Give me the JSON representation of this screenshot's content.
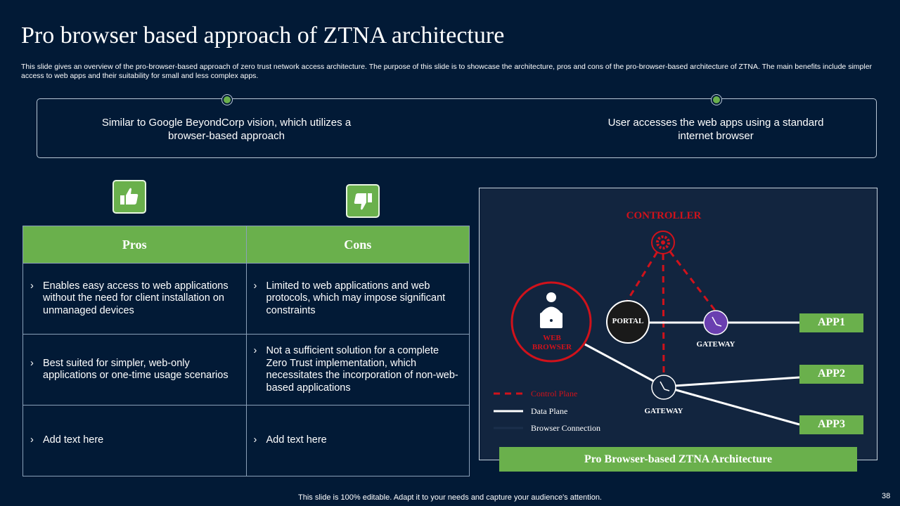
{
  "title": "Pro browser based approach of ZTNA architecture",
  "subtitle": "This slide gives an overview of the pro-browser-based approach of zero trust network access architecture. The purpose of this slide is to showcase the architecture, pros and cons of the pro-browser-based architecture of ZTNA. The main benefits include simpler access to web apps and their suitability for small and less complex apps.",
  "features": [
    "Similar to Google BeyondCorp vision, which utilizes a browser-based approach",
    "User accesses the web apps using a standard internet browser"
  ],
  "icons": {
    "pros": "thumbs-up-icon",
    "cons": "thumbs-down-icon"
  },
  "table": {
    "headers": [
      "Pros",
      "Cons"
    ],
    "rows": [
      [
        "Enables easy access to web applications without the need for client installation on unmanaged devices",
        "Limited to web applications and web protocols, which may impose significant constraints"
      ],
      [
        "Best suited for simpler, web-only applications or one-time usage scenarios",
        "Not a sufficient solution for a complete Zero Trust implementation, which necessitates the incorporation of non-web-based applications"
      ],
      [
        "Add text here",
        "Add text here"
      ]
    ]
  },
  "diagram": {
    "controller": "CONTROLLER",
    "web_browser": "WEB BROWSER",
    "portal": "PORTAL",
    "gateway_top": "GATEWAY",
    "gateway_bottom": "GATEWAY",
    "apps": [
      "APP1",
      "APP2",
      "APP3"
    ],
    "legend": [
      "Control Plane",
      "Data Plane",
      "Browser Connection"
    ],
    "caption": "Pro Browser-based ZTNA Architecture"
  },
  "colors": {
    "background": "#021a36",
    "accent_green": "#6ab04c",
    "controller_red": "#d0121b",
    "gateway_purple": "#6a3fb0"
  },
  "footer": "This slide is 100% editable. Adapt it to your needs and capture your audience's attention.",
  "page_number": "38"
}
